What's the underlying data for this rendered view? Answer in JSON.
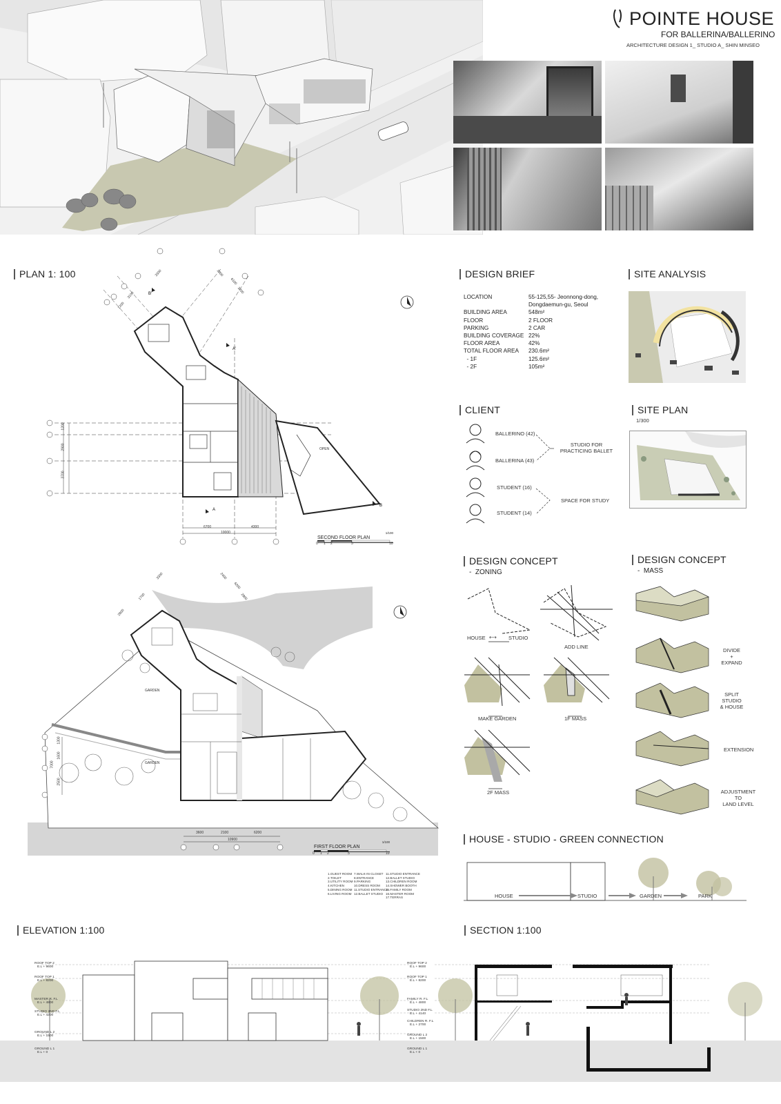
{
  "title": {
    "main": "POINTE HOUSE",
    "subtitle": "FOR BALLERINA/BALLERINO",
    "credit": "ARCHITECTURE DESIGN 1_ STUDIO A_ SHIN MINSEO"
  },
  "sections": {
    "plan": "PLAN 1: 100",
    "design_brief": "DESIGN BRIEF",
    "site_analysis": "SITE ANALYSIS",
    "client": "CLIENT",
    "site_plan": "SITE PLAN",
    "site_plan_scale": "1/300",
    "concept_zoning": "DESIGN CONCEPT",
    "concept_zoning_sub": "-  ZONING",
    "concept_mass": "DESIGN CONCEPT",
    "concept_mass_sub": "-  MASS",
    "connection": "HOUSE - STUDIO - GREEN CONNECTION",
    "elevation": "ELEVATION 1:100",
    "section": "SECTION 1:100"
  },
  "brief": [
    {
      "k": "LOCATION",
      "v": "55-125,55- Jeonnong-dong,"
    },
    {
      "k": "",
      "v": "Dongdaemun-gu, Seoul"
    },
    {
      "k": "BUILDING AREA",
      "v": "548m²"
    },
    {
      "k": "FLOOR",
      "v": "2 FLOOR"
    },
    {
      "k": "PARKING",
      "v": "2 CAR"
    },
    {
      "k": "BUILDING COVERAGE",
      "v": "22%"
    },
    {
      "k": "FLOOR AREA",
      "v": "42%"
    },
    {
      "k": "TOTAL FLOOR AREA",
      "v": "230.6m²"
    },
    {
      "k": "  - 1F",
      "v": "125.6m²"
    },
    {
      "k": "  - 2F",
      "v": "105m²"
    }
  ],
  "client": {
    "people": [
      "BALLERINO (42)",
      "BALLERINA (43)",
      "STUDENT (16)",
      "STUDENT (14)"
    ],
    "need1": "STUDIO FOR\nPRACTICING BALLET",
    "need2": "SPACE FOR STUDY"
  },
  "zoning": {
    "labels": [
      "HOUSE",
      "STUDIO",
      "ADD LINE",
      "MAKE GARDEN",
      "1F MASS",
      "2F MASS"
    ]
  },
  "mass": {
    "labels": [
      "DIVIDE\n+\nEXPAND",
      "SPLIT\nSTUDIO\n& HOUSE",
      "EXTENSION",
      "ADJUSTMENT\nTO\nLAND LEVEL"
    ]
  },
  "connection": {
    "labels": [
      "HOUSE",
      "STUDIO",
      "GARDEN",
      "PARK"
    ]
  },
  "plans": {
    "second_floor": "SECOND FLOOR PLAN",
    "first_floor": "FIRST FLOOR PLAN",
    "scale_note": "1/100",
    "dims_2f": [
      "6700",
      "4300",
      "10000",
      "1200",
      "2900",
      "3700",
      "3300",
      "1200",
      "3100",
      "2900",
      "6100",
      "3200"
    ],
    "dims_1f": [
      "3600",
      "2100",
      "6200",
      "10900",
      "1300",
      "1600",
      "2500",
      "7000",
      "3300",
      "2800",
      "1700",
      "2400",
      "6200",
      "2800"
    ],
    "scale_ticks": [
      "0",
      "1",
      "2",
      "5",
      "10"
    ],
    "legend": [
      "1.GUEST ROOM",
      "2.TOILET",
      "3.UTILITY ROOM",
      "4.KITCHEN",
      "5.DINING ROOM",
      "6.LIVING ROOM",
      "7.WALK-IN CLOSET",
      "8.ENTRANCE",
      "9.PARKING",
      "10.DRESS ROOM",
      "11.STUDIO ENTRANCE",
      "12.BALLET STUDIO",
      "11.STUDIO ENTRANCE",
      "12.BALLET STUDIO",
      "13.CHILDREN ROOM",
      "14.SHOWER BOOTH",
      "15.FAMILY ROOM",
      "16.MASTER ROOM",
      "17.TERRAS"
    ],
    "room_labels": [
      "GARDEN",
      "GARDEN",
      "OPEN"
    ]
  },
  "levels": {
    "elevation": [
      {
        "name": "ROOF TOP 2",
        "el": "E.L +  9600"
      },
      {
        "name": "ROOF TOP 1",
        "el": "E.L +  8200"
      },
      {
        "name": "MASTER R. F.L",
        "el": "E.L +  4800"
      },
      {
        "name": "STUDIO 2ND F.L",
        "el": "E.L +  4200"
      },
      {
        "name": "GROUND L 2",
        "el": "E.L +  1500"
      },
      {
        "name": "GROUND L 1",
        "el": "E.L +     0"
      }
    ],
    "section": [
      {
        "name": "ROOF TOP 2",
        "el": "E.L +  9600"
      },
      {
        "name": "ROOF TOP 1",
        "el": "E.L +  8200"
      },
      {
        "name": "FAMILY R. F.L",
        "el": "E.L +  4800"
      },
      {
        "name": "STUDIO 2ND F.L",
        "el": "E.L +  4140"
      },
      {
        "name": "CHILDREN R. F.L",
        "el": "E.L +  2700"
      },
      {
        "name": "GROUND L 2",
        "el": "E.L +  1500"
      },
      {
        "name": "GROUND L 1",
        "el": "E.L +     0"
      }
    ]
  },
  "colors": {
    "olive": "#c2c1a0",
    "olive_dark": "#a9a883",
    "line": "#333333",
    "gray_fill": "#cfcfcf"
  }
}
